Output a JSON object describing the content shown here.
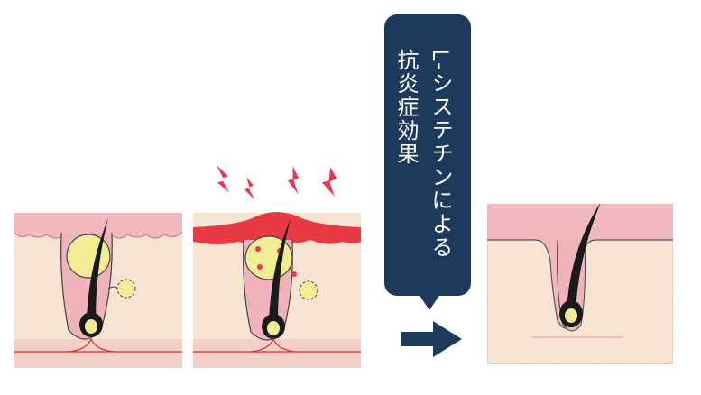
{
  "callout": {
    "main_text": "L-システチンによる",
    "sub_text": "抗炎症効果"
  },
  "colors": {
    "navy": "#1d3a5c",
    "skin": "#f6e3d1",
    "epidermis": "#f2b8bf",
    "inflamed": "#e83a45",
    "sebum": "#f3ec96",
    "hair": "#1a1a1a",
    "bolt": "#e8384d",
    "vessel": "#e02a32"
  },
  "panels": [
    {
      "name": "normal-clogged-pore",
      "state": "sebum"
    },
    {
      "name": "inflamed-pore",
      "state": "inflamed"
    },
    {
      "name": "healthy-pore",
      "state": "healthy"
    }
  ]
}
